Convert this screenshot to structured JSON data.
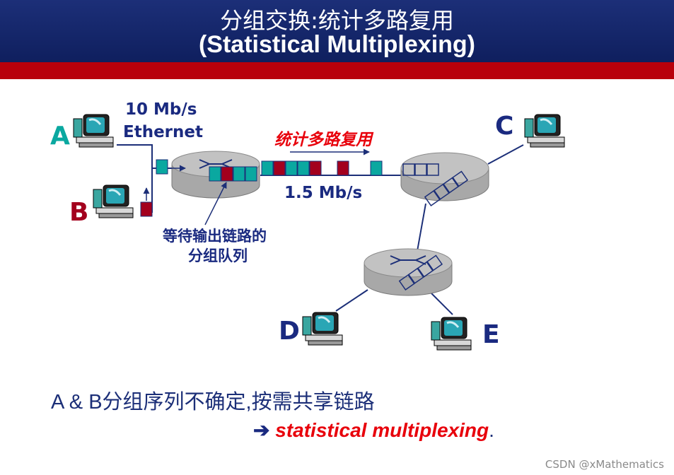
{
  "slide": {
    "title_line1": "分组交换:统计多路复用",
    "title_line2": "(Statistical Multiplexing)"
  },
  "diagram": {
    "host_a": "A",
    "host_b": "B",
    "host_c": "C",
    "host_d": "D",
    "host_e": "E",
    "ethernet_speed": "10 Mb/s",
    "ethernet_label": "Ethernet",
    "stat_mux_label": "统计多路复用",
    "link_speed": "1.5 Mb/s",
    "queue_label_line1": "等待输出链路的",
    "queue_label_line2": "分组队列",
    "colors": {
      "packet_a": "#0aa8a0",
      "packet_b": "#a3001d",
      "link": "#1c2f78",
      "router": "#a8a8a8"
    }
  },
  "caption": {
    "main": "A & B分组序列不确定,按需共享链路",
    "arrow": "➔",
    "emphasis": "statistical multiplexing",
    "end": "."
  },
  "footer": {
    "watermark": "CSDN @xMathematics"
  }
}
